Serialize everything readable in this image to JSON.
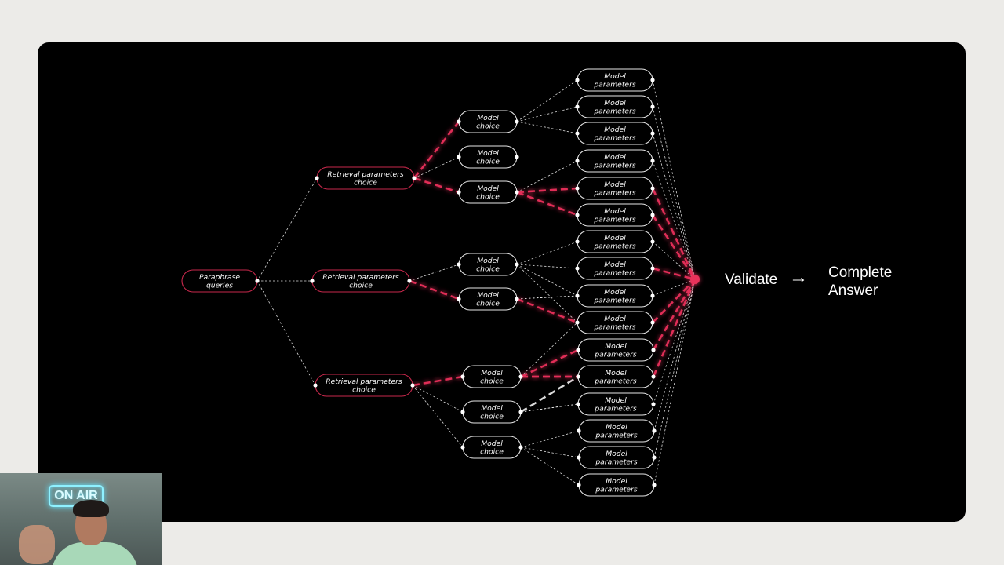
{
  "diagram": {
    "root": "Paraphrase\nqueries",
    "retrieval_label": "Retrieval parameters\nchoice",
    "model_choice_label": "Model\nchoice",
    "model_parameters_label": "Model\nparameters",
    "validate": "Validate",
    "arrow": "→",
    "final_line1": "Complete",
    "final_line2": "Answer",
    "highlight_color": "#e8305a",
    "line_color": "#ffffff"
  },
  "webcam": {
    "sign": "ON AIR"
  }
}
